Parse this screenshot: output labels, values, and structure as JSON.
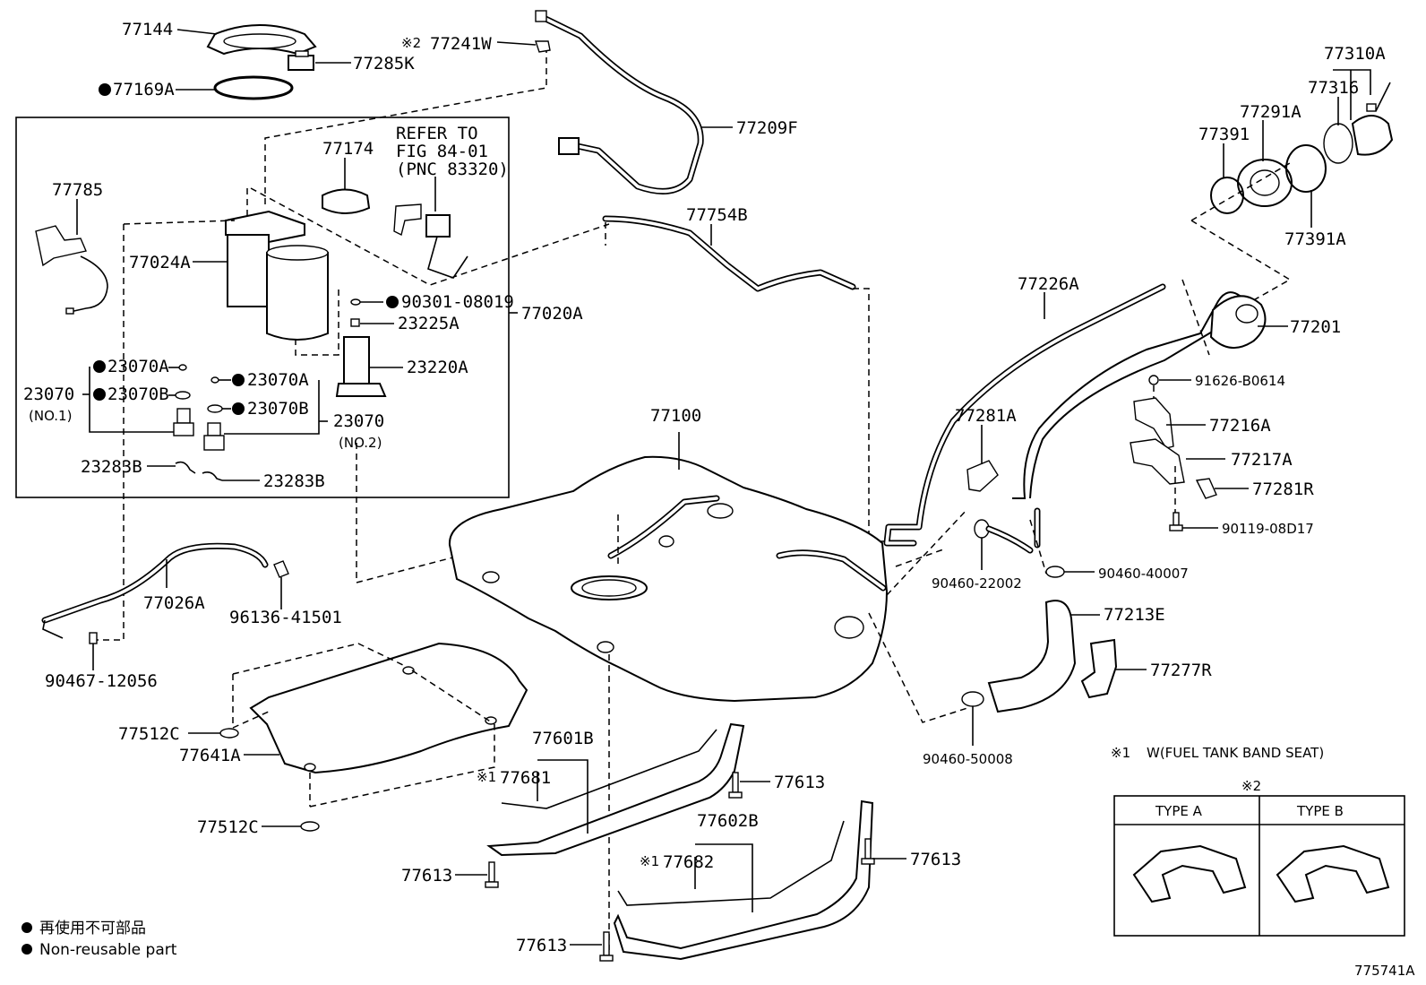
{
  "figure_id": "775741A",
  "parts": {
    "p77144": "77144",
    "p77285K": "77285K",
    "p77169A": "77169A",
    "p77241W_mark": "※2",
    "p77241W": "77241W",
    "p77209F": "77209F",
    "p77174": "77174",
    "refer_line1": "REFER TO",
    "refer_line2": "FIG 84-01",
    "refer_line3": "(PNC 83320)",
    "p77785": "77785",
    "p77024A": "77024A",
    "p90301": "90301-08019",
    "p77020A": "77020A",
    "p23225A": "23225A",
    "p23220A": "23220A",
    "p23070A_1": "23070A",
    "p23070B_1": "23070B",
    "p23070_1": "23070",
    "no1": "(NO.1)",
    "p23070A_2": "23070A",
    "p23070B_2": "23070B",
    "p23070_2": "23070",
    "no2": "(NO.2)",
    "p23283B_1": "23283B",
    "p23283B_2": "23283B",
    "p77026A": "77026A",
    "p96136": "96136-41501",
    "p90467": "90467-12056",
    "p77754B": "77754B",
    "p77100": "77100",
    "p77512C_1": "77512C",
    "p77641A": "77641A",
    "p77512C_2": "77512C",
    "p77601B": "77601B",
    "p77681_mark": "※1",
    "p77681": "77681",
    "p77613_1": "77613",
    "p77602B": "77602B",
    "p77682_mark": "※1",
    "p77682": "77682",
    "p77613_2": "77613",
    "p77613_3": "77613",
    "p77613_4": "77613",
    "p77310A": "77310A",
    "p77316": "77316",
    "p77291A": "77291A",
    "p77391": "77391",
    "p77391A": "77391A",
    "p77226A": "77226A",
    "p77201": "77201",
    "p91626": "91626-B0614",
    "p77281A": "77281A",
    "p77216A": "77216A",
    "p77217A": "77217A",
    "p77281R": "77281R",
    "p90119": "90119-08D17",
    "p90460_22002": "90460-22002",
    "p90460_40007": "90460-40007",
    "p77213E": "77213E",
    "p77277R": "77277R",
    "p90460_50008": "90460-50008"
  },
  "notes": {
    "note1_mark": "※1",
    "note1_text": "W(FUEL TANK BAND SEAT)",
    "note2_mark": "※2",
    "type_a": "TYPE A",
    "type_b": "TYPE B"
  },
  "legend": {
    "line_jp": "再使用不可部品",
    "line_en": "Non-reusable part"
  }
}
